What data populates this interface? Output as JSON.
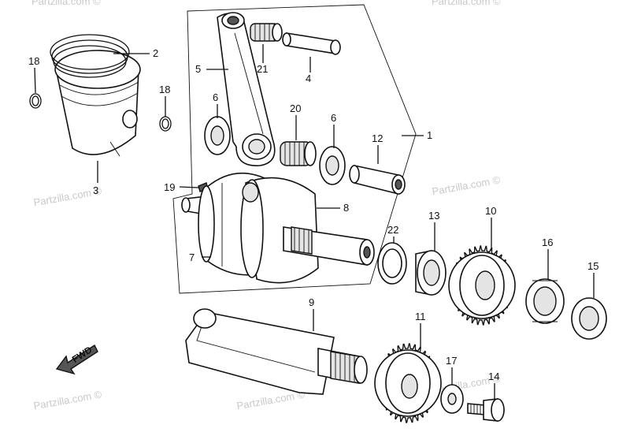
{
  "watermark": "Partzilla.com ©",
  "fwd_label": "FWD",
  "callouts": {
    "c1": "1",
    "c2": "2",
    "c3": "3",
    "c4": "4",
    "c5": "5",
    "c6a": "6",
    "c6b": "6",
    "c7": "7",
    "c8": "8",
    "c9": "9",
    "c10": "10",
    "c11": "11",
    "c12": "12",
    "c13": "13",
    "c14": "14",
    "c15": "15",
    "c16": "16",
    "c17": "17",
    "c18a": "18",
    "c18b": "18",
    "c19": "19",
    "c20": "20",
    "c21": "21",
    "c22": "22"
  }
}
